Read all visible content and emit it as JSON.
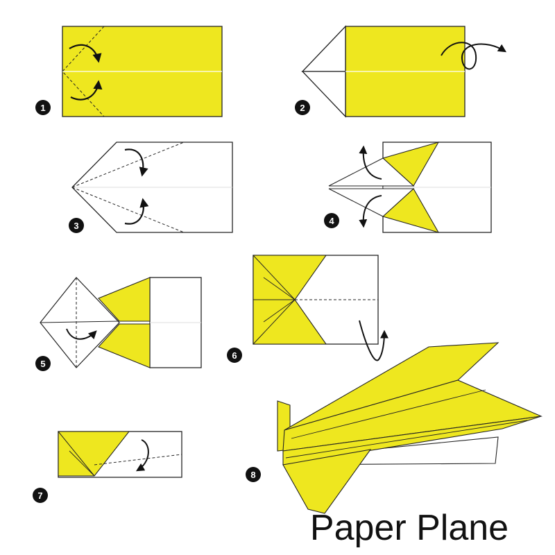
{
  "title": "Paper Plane",
  "colors": {
    "paper_front": "#eee71f",
    "paper_back": "#ffffff",
    "line": "#222222",
    "badge": "#111111"
  },
  "steps": [
    {
      "number": "1"
    },
    {
      "number": "2"
    },
    {
      "number": "3"
    },
    {
      "number": "4"
    },
    {
      "number": "5"
    },
    {
      "number": "6"
    },
    {
      "number": "7"
    },
    {
      "number": "8"
    }
  ]
}
